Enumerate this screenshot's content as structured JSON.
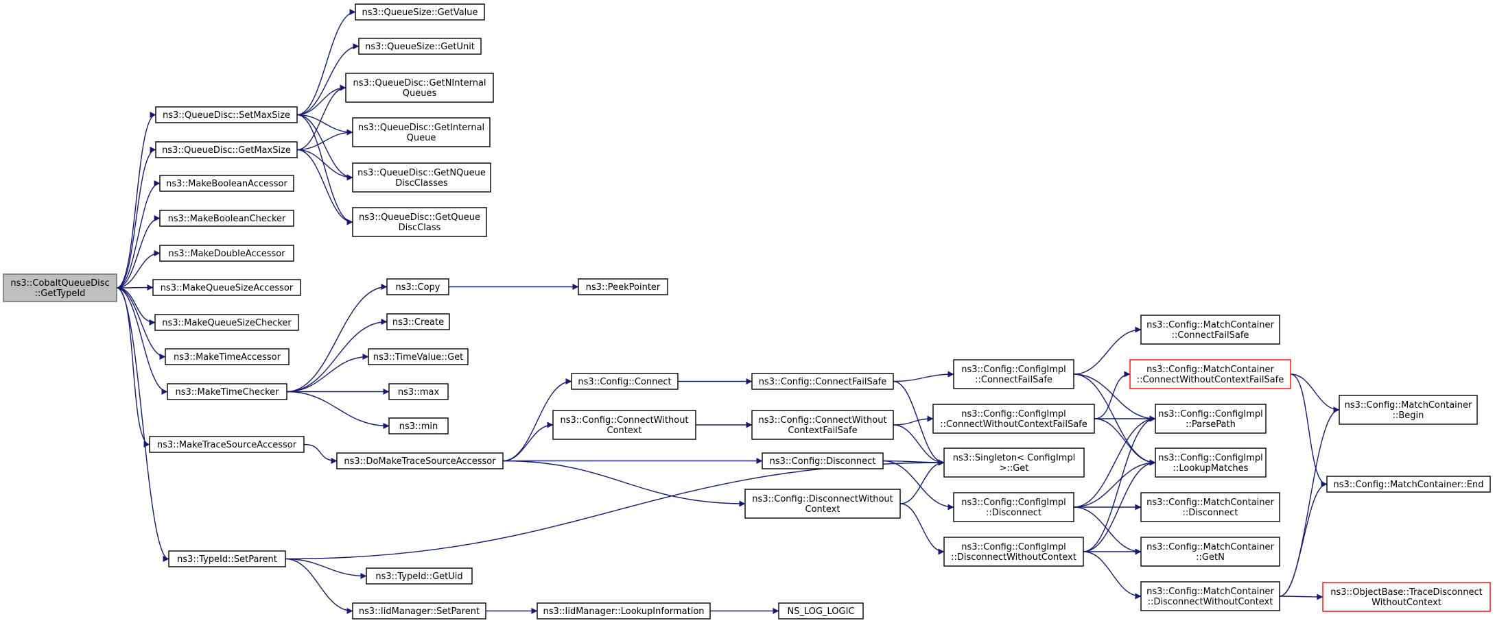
{
  "colors": {
    "edge": "#191970",
    "root_fill": "#bfbfbf",
    "highlight_border": "#ff0000",
    "box_border": "#000000"
  },
  "nodes": [
    {
      "id": "root",
      "lines": [
        "ns3::CobaltQueueDisc",
        "::GetTypeId"
      ],
      "style": "root"
    },
    {
      "id": "setMaxSize",
      "lines": [
        "ns3::QueueDisc::SetMaxSize"
      ]
    },
    {
      "id": "getMaxSize",
      "lines": [
        "ns3::QueueDisc::GetMaxSize"
      ]
    },
    {
      "id": "makeBoolAcc",
      "lines": [
        "ns3::MakeBooleanAccessor"
      ]
    },
    {
      "id": "makeBoolChk",
      "lines": [
        "ns3::MakeBooleanChecker"
      ]
    },
    {
      "id": "makeDblAcc",
      "lines": [
        "ns3::MakeDoubleAccessor"
      ]
    },
    {
      "id": "makeQSAcc",
      "lines": [
        "ns3::MakeQueueSizeAccessor"
      ]
    },
    {
      "id": "makeQSChk",
      "lines": [
        "ns3::MakeQueueSizeChecker"
      ]
    },
    {
      "id": "makeTimeAcc",
      "lines": [
        "ns3::MakeTimeAccessor"
      ]
    },
    {
      "id": "makeTimeChk",
      "lines": [
        "ns3::MakeTimeChecker"
      ]
    },
    {
      "id": "makeTSAcc",
      "lines": [
        "ns3::MakeTraceSourceAccessor"
      ]
    },
    {
      "id": "setParent",
      "lines": [
        "ns3::TypeId::SetParent"
      ]
    },
    {
      "id": "qsGetValue",
      "lines": [
        "ns3::QueueSize::GetValue"
      ]
    },
    {
      "id": "qsGetUnit",
      "lines": [
        "ns3::QueueSize::GetUnit"
      ]
    },
    {
      "id": "getNInternal",
      "lines": [
        "ns3::QueueDisc::GetNInternal",
        "Queues"
      ]
    },
    {
      "id": "getInternal",
      "lines": [
        "ns3::QueueDisc::GetInternal",
        "Queue"
      ]
    },
    {
      "id": "getNQueueDisc",
      "lines": [
        "ns3::QueueDisc::GetNQueue",
        "DiscClasses"
      ]
    },
    {
      "id": "getQueueDisc",
      "lines": [
        "ns3::QueueDisc::GetQueue",
        "DiscClass"
      ]
    },
    {
      "id": "copy",
      "lines": [
        "ns3::Copy"
      ]
    },
    {
      "id": "create",
      "lines": [
        "ns3::Create"
      ]
    },
    {
      "id": "timeValueGet",
      "lines": [
        "ns3::TimeValue::Get"
      ]
    },
    {
      "id": "max",
      "lines": [
        "ns3::max"
      ]
    },
    {
      "id": "min",
      "lines": [
        "ns3::min"
      ]
    },
    {
      "id": "peekPointer",
      "lines": [
        "ns3::PeekPointer"
      ]
    },
    {
      "id": "doMakeTSAcc",
      "lines": [
        "ns3::DoMakeTraceSourceAccessor"
      ]
    },
    {
      "id": "getUid",
      "lines": [
        "ns3::TypeId::GetUid"
      ]
    },
    {
      "id": "iidSetParent",
      "lines": [
        "ns3::IidManager::SetParent"
      ]
    },
    {
      "id": "lookupInfo",
      "lines": [
        "ns3::IidManager::LookupInformation"
      ]
    },
    {
      "id": "nsLogLogic",
      "lines": [
        "NS_LOG_LOGIC"
      ]
    },
    {
      "id": "cfgConnect",
      "lines": [
        "ns3::Config::Connect"
      ]
    },
    {
      "id": "cfgConnectWithout",
      "lines": [
        "ns3::Config::ConnectWithout",
        "Context"
      ]
    },
    {
      "id": "cfgConnectFailSafe",
      "lines": [
        "ns3::Config::ConnectFailSafe"
      ]
    },
    {
      "id": "cfgConnectWithoutFS",
      "lines": [
        "ns3::Config::ConnectWithout",
        "ContextFailSafe"
      ]
    },
    {
      "id": "cfgDisconnect",
      "lines": [
        "ns3::Config::Disconnect"
      ]
    },
    {
      "id": "cfgDisconnectWithout",
      "lines": [
        "ns3::Config::DisconnectWithout",
        "Context"
      ]
    },
    {
      "id": "implConnectFS",
      "lines": [
        "ns3::Config::ConfigImpl",
        "::ConnectFailSafe"
      ]
    },
    {
      "id": "implConnectWithoutFS",
      "lines": [
        "ns3::Config::ConfigImpl",
        "::ConnectWithoutContextFailSafe"
      ]
    },
    {
      "id": "singletonGet",
      "lines": [
        "ns3::Singleton< ConfigImpl",
        " >::Get"
      ]
    },
    {
      "id": "implDisconnect",
      "lines": [
        "ns3::Config::ConfigImpl",
        "::Disconnect"
      ]
    },
    {
      "id": "implDisconnectWithout",
      "lines": [
        "ns3::Config::ConfigImpl",
        "::DisconnectWithoutContext"
      ]
    },
    {
      "id": "mcConnectFS",
      "lines": [
        "ns3::Config::MatchContainer",
        "::ConnectFailSafe"
      ]
    },
    {
      "id": "mcConnectWithoutFS",
      "lines": [
        "ns3::Config::MatchContainer",
        "::ConnectWithoutContextFailSafe"
      ],
      "style": "red"
    },
    {
      "id": "parsePath",
      "lines": [
        "ns3::Config::ConfigImpl",
        "::ParsePath"
      ]
    },
    {
      "id": "lookupMatches",
      "lines": [
        "ns3::Config::ConfigImpl",
        "::LookupMatches"
      ]
    },
    {
      "id": "mcDisconnect",
      "lines": [
        "ns3::Config::MatchContainer",
        "::Disconnect"
      ]
    },
    {
      "id": "mcGetN",
      "lines": [
        "ns3::Config::MatchContainer",
        "::GetN"
      ]
    },
    {
      "id": "mcDisconnectWithout",
      "lines": [
        "ns3::Config::MatchContainer",
        "::DisconnectWithoutContext"
      ]
    },
    {
      "id": "mcBegin",
      "lines": [
        "ns3::Config::MatchContainer",
        "::Begin"
      ]
    },
    {
      "id": "mcEnd",
      "lines": [
        "ns3::Config::MatchContainer::End"
      ]
    },
    {
      "id": "traceDisconnect",
      "lines": [
        "ns3::ObjectBase::TraceDisconnect",
        "WithoutContext"
      ],
      "style": "red"
    }
  ],
  "edges": [
    [
      "root",
      "setMaxSize"
    ],
    [
      "root",
      "getMaxSize"
    ],
    [
      "root",
      "makeBoolAcc"
    ],
    [
      "root",
      "makeBoolChk"
    ],
    [
      "root",
      "makeDblAcc"
    ],
    [
      "root",
      "makeQSAcc"
    ],
    [
      "root",
      "makeQSChk"
    ],
    [
      "root",
      "makeTimeAcc"
    ],
    [
      "root",
      "makeTimeChk"
    ],
    [
      "root",
      "makeTSAcc"
    ],
    [
      "root",
      "setParent"
    ],
    [
      "setMaxSize",
      "qsGetValue"
    ],
    [
      "setMaxSize",
      "qsGetUnit"
    ],
    [
      "setMaxSize",
      "getNInternal"
    ],
    [
      "setMaxSize",
      "getInternal"
    ],
    [
      "setMaxSize",
      "getNQueueDisc"
    ],
    [
      "setMaxSize",
      "getQueueDisc"
    ],
    [
      "getMaxSize",
      "getNInternal"
    ],
    [
      "getMaxSize",
      "getInternal"
    ],
    [
      "getMaxSize",
      "getNQueueDisc"
    ],
    [
      "getMaxSize",
      "getQueueDisc"
    ],
    [
      "makeTimeChk",
      "copy"
    ],
    [
      "makeTimeChk",
      "create"
    ],
    [
      "makeTimeChk",
      "timeValueGet"
    ],
    [
      "makeTimeChk",
      "max"
    ],
    [
      "makeTimeChk",
      "min"
    ],
    [
      "copy",
      "peekPointer"
    ],
    [
      "makeTSAcc",
      "doMakeTSAcc"
    ],
    [
      "doMakeTSAcc",
      "cfgConnect"
    ],
    [
      "doMakeTSAcc",
      "cfgConnectWithout"
    ],
    [
      "doMakeTSAcc",
      "cfgDisconnect"
    ],
    [
      "doMakeTSAcc",
      "cfgDisconnectWithout"
    ],
    [
      "cfgConnect",
      "cfgConnectFailSafe"
    ],
    [
      "cfgConnectWithout",
      "cfgConnectWithoutFS"
    ],
    [
      "cfgConnectFailSafe",
      "implConnectFS"
    ],
    [
      "cfgConnectFailSafe",
      "singletonGet"
    ],
    [
      "cfgConnectWithoutFS",
      "implConnectWithoutFS"
    ],
    [
      "cfgConnectWithoutFS",
      "singletonGet"
    ],
    [
      "cfgDisconnect",
      "singletonGet"
    ],
    [
      "cfgDisconnect",
      "implDisconnect"
    ],
    [
      "cfgDisconnectWithout",
      "singletonGet"
    ],
    [
      "cfgDisconnectWithout",
      "implDisconnectWithout"
    ],
    [
      "implConnectFS",
      "mcConnectFS"
    ],
    [
      "implConnectFS",
      "parsePath"
    ],
    [
      "implConnectFS",
      "lookupMatches"
    ],
    [
      "implConnectWithoutFS",
      "mcConnectWithoutFS"
    ],
    [
      "implConnectWithoutFS",
      "parsePath"
    ],
    [
      "implConnectWithoutFS",
      "lookupMatches"
    ],
    [
      "implDisconnect",
      "parsePath"
    ],
    [
      "implDisconnect",
      "lookupMatches"
    ],
    [
      "implDisconnect",
      "mcDisconnect"
    ],
    [
      "implDisconnect",
      "mcGetN"
    ],
    [
      "implDisconnectWithout",
      "parsePath"
    ],
    [
      "implDisconnectWithout",
      "lookupMatches"
    ],
    [
      "implDisconnectWithout",
      "mcGetN"
    ],
    [
      "implDisconnectWithout",
      "mcDisconnectWithout"
    ],
    [
      "mcConnectWithoutFS",
      "mcBegin"
    ],
    [
      "mcConnectWithoutFS",
      "mcEnd"
    ],
    [
      "mcDisconnectWithout",
      "mcBegin"
    ],
    [
      "mcDisconnectWithout",
      "mcEnd"
    ],
    [
      "mcDisconnectWithout",
      "traceDisconnect"
    ],
    [
      "setParent",
      "singletonGet"
    ],
    [
      "setParent",
      "getUid"
    ],
    [
      "setParent",
      "iidSetParent"
    ],
    [
      "iidSetParent",
      "lookupInfo"
    ],
    [
      "lookupInfo",
      "nsLogLogic"
    ]
  ]
}
